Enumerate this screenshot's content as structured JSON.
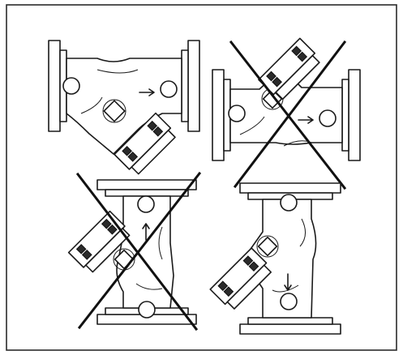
{
  "figure": {
    "border_color": "#2b2b2b",
    "line_color": "#1a1a1a",
    "cross_color": "#111111"
  },
  "panels": [
    {
      "id": "top-left",
      "orientation": "horizontal",
      "status": "correct"
    },
    {
      "id": "top-right",
      "orientation": "horizontal-strainer-up",
      "status": "incorrect"
    },
    {
      "id": "bottom-left",
      "orientation": "vertical-flow-up",
      "status": "incorrect"
    },
    {
      "id": "bottom-right",
      "orientation": "vertical-flow-down",
      "status": "correct"
    }
  ]
}
